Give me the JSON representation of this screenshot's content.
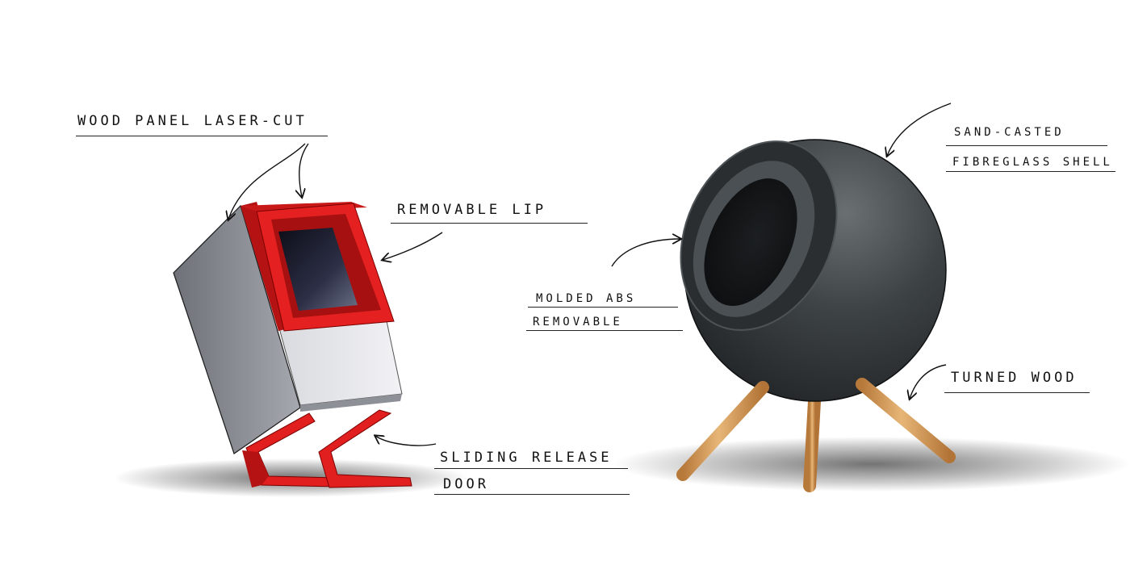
{
  "annotations": {
    "wood_panel": "WOOD PANEL LASER-CUT",
    "removable_lip": "REMOVABLE LIP",
    "sliding_release_line1": "SLIDING RELEASE",
    "sliding_release_line2": "DOOR",
    "molded_abs_line1": "MOLDED ABS",
    "molded_abs_line2": "REMOVABLE",
    "sand_casted_line1": "SAND-CASTED",
    "sand_casted_line2": "FIBREGLASS SHELL",
    "turned_wood": "TURNED WOOD"
  },
  "colors": {
    "frame_red": "#e01e1e",
    "box_grey": "#9ea0a8",
    "sphere_dark": "#3a3f42",
    "leg_wood": "#d39a55",
    "ink": "#111111"
  }
}
